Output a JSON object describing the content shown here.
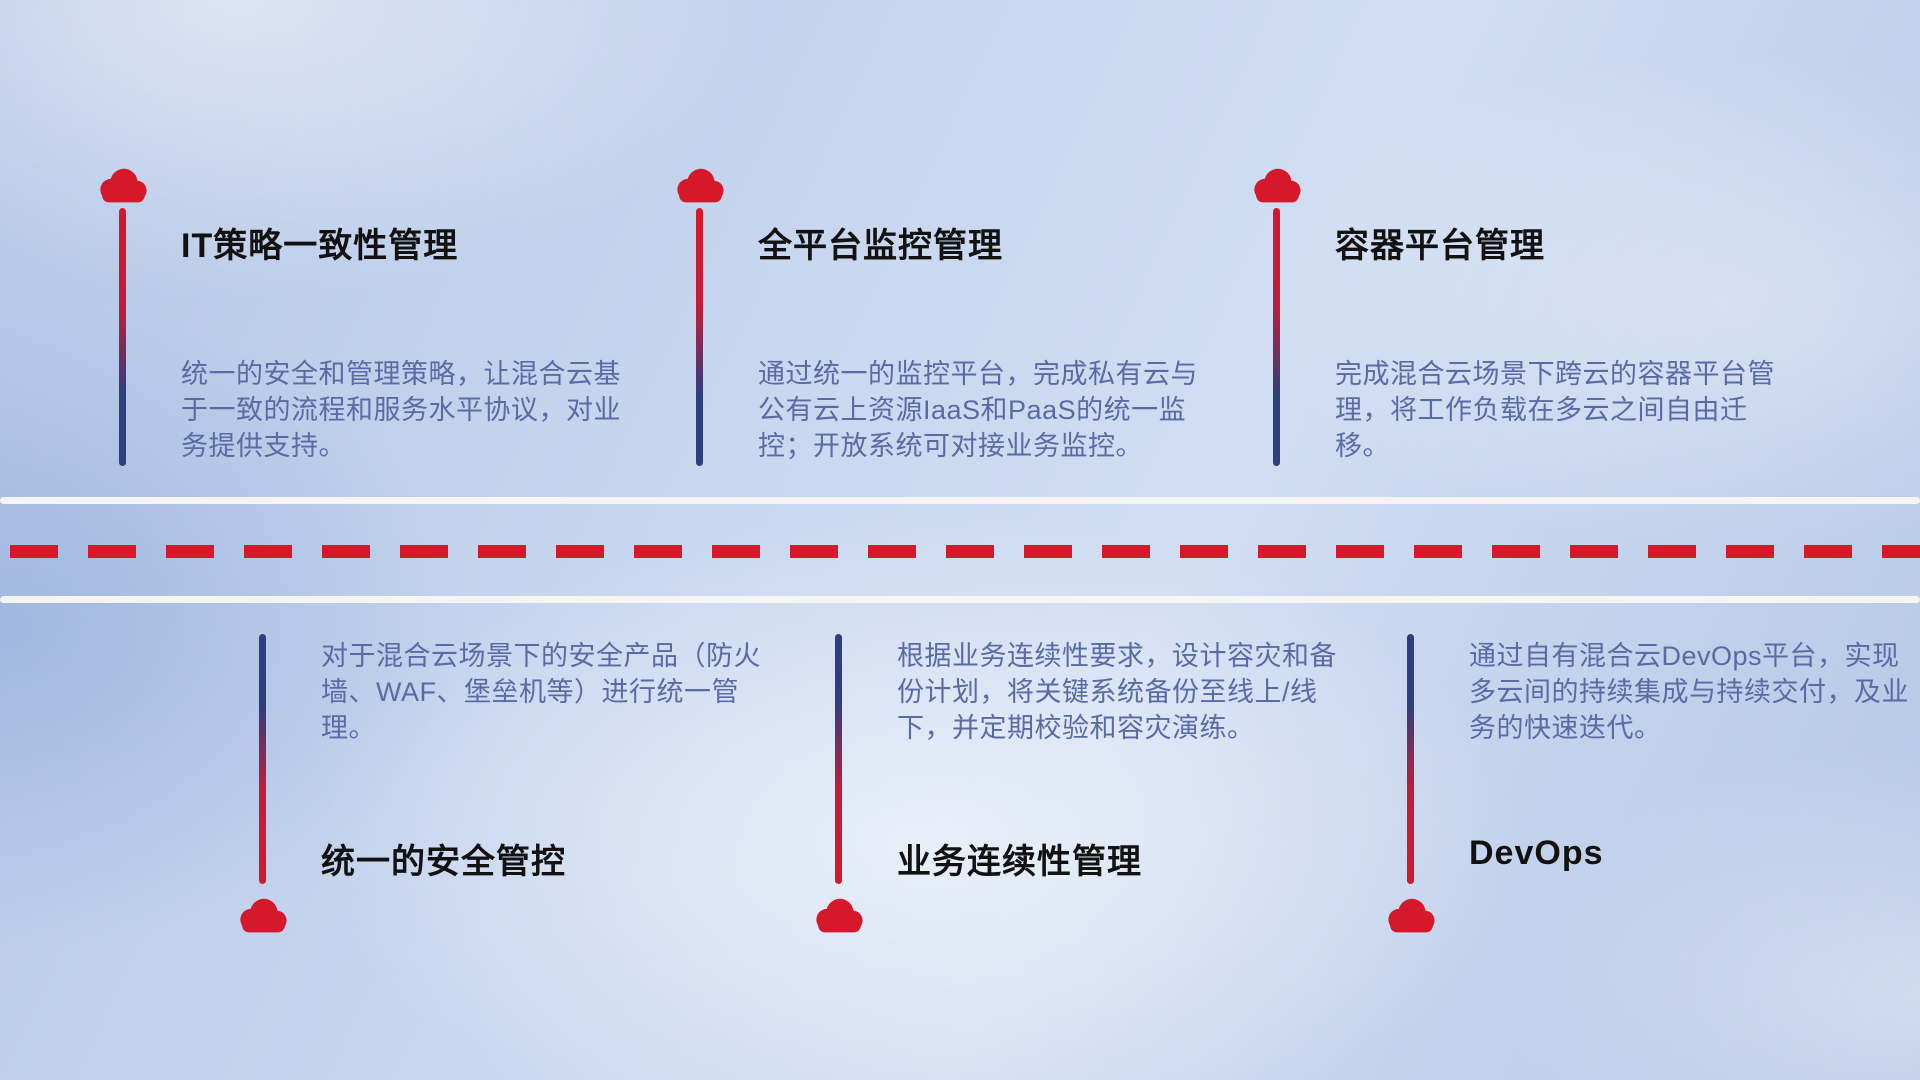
{
  "diagram": {
    "type": "timeline-road",
    "theme": "hybrid cloud management capabilities"
  },
  "colors": {
    "accent_red": "#d6182b",
    "connector_navy": "#2e3e7e",
    "title_text": "#121212",
    "description_text": "#5a6ba4",
    "road_line": "#f8f7f3"
  },
  "top_items": [
    {
      "title": "IT策略一致性管理",
      "desc": "统一的安全和管理策略，让混合云基于一致的流程和服务水平协议，对业务提供支持。"
    },
    {
      "title": "全平台监控管理",
      "desc": "通过统一的监控平台，完成私有云与公有云上资源IaaS和PaaS的统一监控；开放系统可对接业务监控。"
    },
    {
      "title": "容器平台管理",
      "desc": "完成混合云场景下跨云的容器平台管理，将工作负载在多云之间自由迁移。"
    }
  ],
  "bottom_items": [
    {
      "title": "统一的安全管控",
      "desc": "对于混合云场景下的安全产品（防火墙、WAF、堡垒机等）进行统一管理。"
    },
    {
      "title": "业务连续性管理",
      "desc": "根据业务连续性要求，设计容灾和备份计划，将关键系统备份至线上/线下，并定期校验和容灾演练。"
    },
    {
      "title": "DevOps",
      "desc": "通过自有混合云DevOps平台，实现多云间的持续集成与持续交付，及业务的快速迭代。"
    }
  ]
}
